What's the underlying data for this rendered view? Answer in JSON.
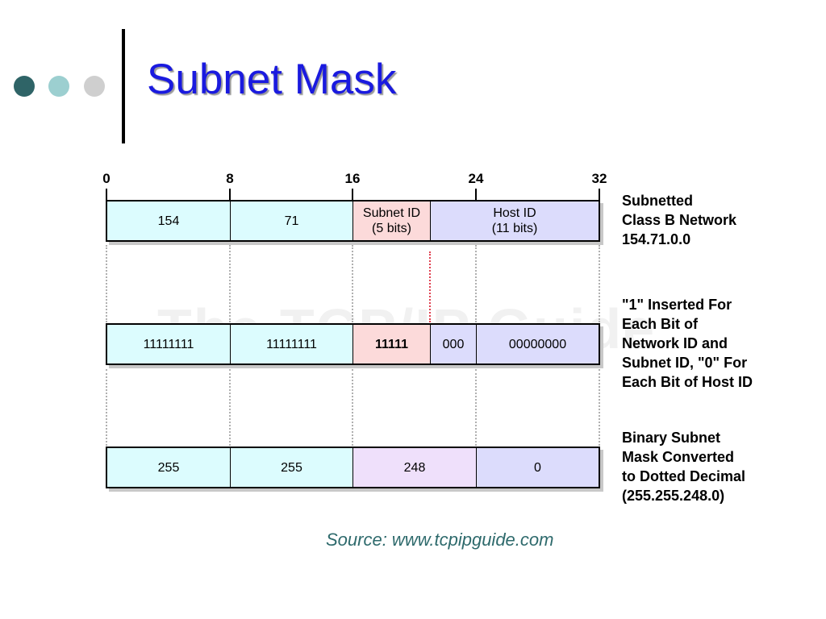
{
  "slide": {
    "title": "Subnet Mask",
    "source": "Source: www.tcpipguide.com"
  },
  "diagram": {
    "watermark": "The TCP/IP Guide",
    "bit_ticks": [
      "0",
      "8",
      "16",
      "24",
      "32"
    ],
    "rows": [
      {
        "cells": [
          {
            "text": "154",
            "bits": 8
          },
          {
            "text": "71",
            "bits": 8
          },
          {
            "text": "Subnet ID\n(5 bits)",
            "bits": 5
          },
          {
            "text": "Host ID\n(11 bits)",
            "bits": 11
          }
        ],
        "description": "Subnetted\nClass B Network\n154.71.0.0"
      },
      {
        "cells": [
          {
            "text": "11111111",
            "bits": 8
          },
          {
            "text": "11111111",
            "bits": 8
          },
          {
            "text": "11111",
            "bits": 5
          },
          {
            "text": "000",
            "bits": 3
          },
          {
            "text": "00000000",
            "bits": 8
          }
        ],
        "description": "\"1\" Inserted For\nEach Bit of\nNetwork ID and\nSubnet ID, \"0\" For\nEach Bit of Host ID"
      },
      {
        "cells": [
          {
            "text": "255",
            "bits": 8
          },
          {
            "text": "255",
            "bits": 8
          },
          {
            "text": "248",
            "bits": 8
          },
          {
            "text": "0",
            "bits": 8
          }
        ],
        "description": "Binary Subnet\nMask Converted\nto Dotted Decimal\n(255.255.248.0)"
      }
    ]
  },
  "colors": {
    "title": "#1a1adf",
    "network_cells": "#dcfcfe",
    "subnet_cells": "#fcdada",
    "host_cells": "#dcdcfc",
    "mask_octet": "#efe0fb",
    "source_text": "#2e6a6c"
  }
}
